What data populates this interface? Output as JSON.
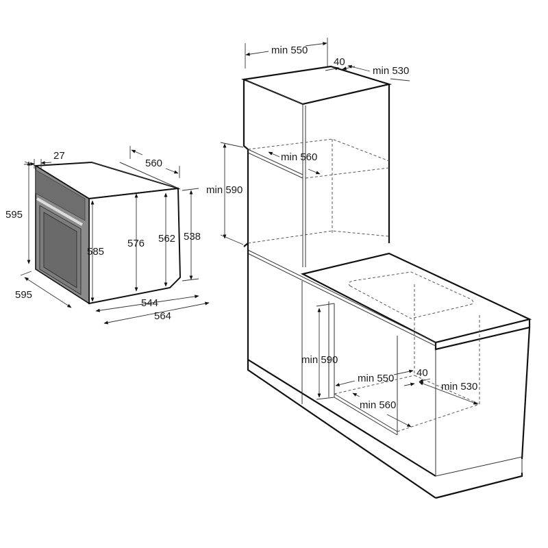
{
  "diagram": {
    "title": "Built-in oven dimensions and installation cut-outs",
    "colors": {
      "line": "#111111",
      "oven_front": "#8a8a8a",
      "oven_panel": "#6f6f6f",
      "background": "#ffffff"
    },
    "oven": {
      "labels": {
        "front_thickness": "27",
        "total_height": "595",
        "total_width": "595",
        "body_depth_top": "560",
        "body_height_front": "585",
        "body_height_mid": "576",
        "body_height_rear": "562",
        "body_height_back": "538",
        "body_depth_bottom": "544",
        "total_depth": "564"
      }
    },
    "tall_cabinet": {
      "labels": {
        "width": "min 550",
        "rear_gap": "40",
        "depth": "min 530",
        "niche_width": "min 560",
        "niche_height": "min 590"
      }
    },
    "base_cabinet": {
      "labels": {
        "niche_height": "min 590",
        "width": "min 550",
        "rear_gap": "40",
        "depth": "min 530",
        "niche_width": "min 560"
      }
    }
  }
}
